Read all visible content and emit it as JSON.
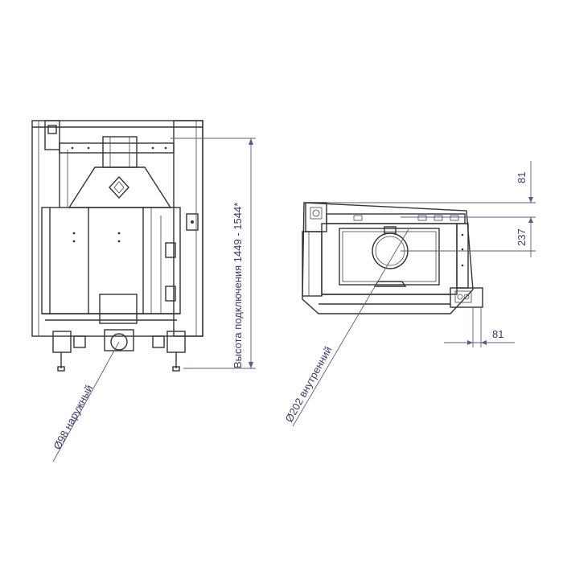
{
  "drawing": {
    "colors": {
      "ink": "#333333",
      "dimension": "#3a3a6e"
    },
    "front_view": {
      "labels": {
        "connection_height": "Высота подключения 1449 - 1544*",
        "outer_diameter": "Ø98 наружный"
      }
    },
    "top_view": {
      "labels": {
        "inner_diameter": "Ø202 внутренний",
        "dim_81_top": "81",
        "dim_237": "237",
        "dim_81_bottom": "81"
      }
    }
  }
}
